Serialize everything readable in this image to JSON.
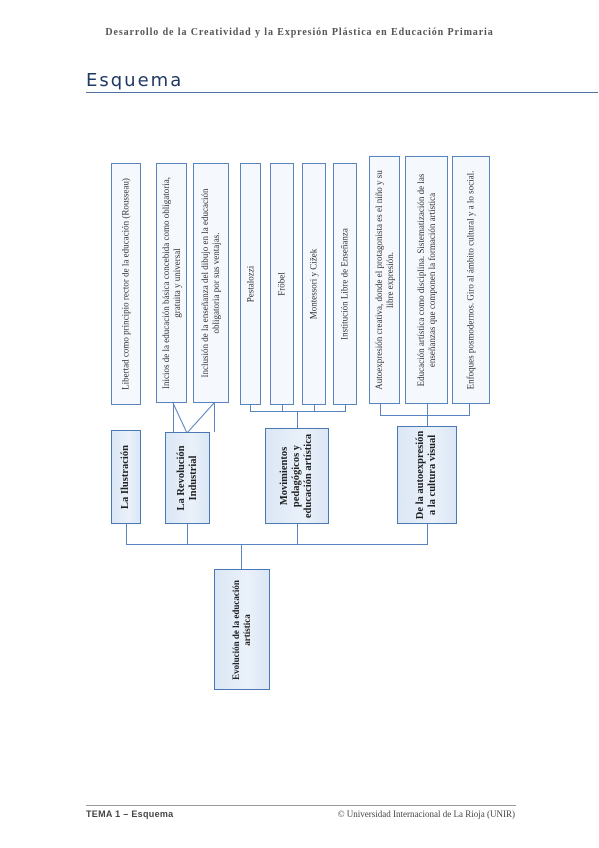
{
  "header": "Desarrollo de la Creatividad y la Expresión Plástica en Educación Primaria",
  "title": "Esquema",
  "root": "Evolución de la educación artística",
  "groups": [
    {
      "label": "La Ilustración",
      "items": [
        "Libertad como principio rector de la educación (Rousseau)"
      ]
    },
    {
      "label": "La Revolución Industrial",
      "items": [
        "Inicios de la educación básica concebida como obligatoria, gratuita y universal",
        "Inclusión de la enseñanza del dibujo en la educación obligatoria por sus ventajas."
      ]
    },
    {
      "label": "Movimientos pedagógicos y educación artística",
      "items": [
        "Pestalozzi",
        "Fröbel",
        "Montessori y Cižek",
        "Institución Libre de Enseñanza"
      ]
    },
    {
      "label": "De la autoexpresión a la cultura visual",
      "items": [
        "Autoexpresión creativa, donde el protagonista es el niño y su libre expresión.",
        "Educación artística como disciplina. Sistematización de las enseñanzas que componen la formación artística",
        "Enfoques posmodernos. Giro al ámbito cultural y a lo social."
      ]
    }
  ],
  "footer": {
    "left": "TEMA 1 – Esquema",
    "right": "© Universidad Internacional de La Rioja (UNIR)"
  }
}
